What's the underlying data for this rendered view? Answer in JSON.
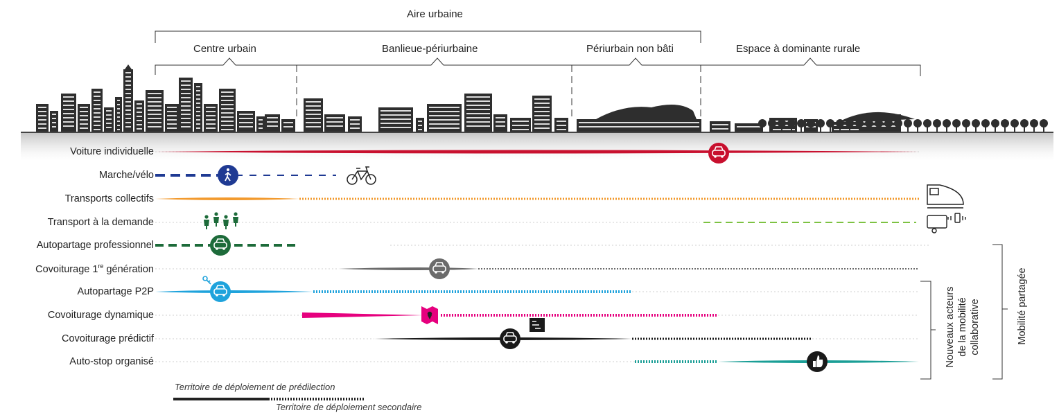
{
  "aire_urbaine": "Aire urbaine",
  "zones": [
    {
      "label": "Centre urbain"
    },
    {
      "label": "Banlieue-périurbaine"
    },
    {
      "label": "Périurbain non bâti"
    },
    {
      "label": "Espace à dominante rurale"
    }
  ],
  "rows": [
    {
      "label": "Voiture individuelle",
      "color": "#c8102e",
      "icon": "car-icon"
    },
    {
      "label": "Marche/vélo",
      "color": "#1f3a93",
      "icon": "pedestrian-icon"
    },
    {
      "label": "Transports collectifs",
      "color": "#f29a2e",
      "icon": "train-icon"
    },
    {
      "label": "Transport à la demande",
      "color": "#7dc242",
      "icon": "bus-phone-icon"
    },
    {
      "label": "Autopartage professionnel",
      "color": "#1d6b3a",
      "icon": "car-icon"
    },
    {
      "label": "Covoiturage 1",
      "label_sup": "re",
      "label_rest": " génération",
      "color": "#6b6b6b",
      "icon": "car-icon"
    },
    {
      "label": "Autopartage P2P",
      "color": "#1fa3dc",
      "icon": "car-icon"
    },
    {
      "label": "Covoiturage dynamique",
      "color": "#e6007e",
      "icon": "map-pin-icon"
    },
    {
      "label": "Covoiturage prédictif",
      "color": "#1a1a1a",
      "icon": "car-icon"
    },
    {
      "label": "Auto-stop organisé",
      "color": "#1a9e96",
      "icon": "thumbs-up-icon"
    }
  ],
  "bracket_nouveaux": "Nouveaux acteurs de la mobilité collaborative",
  "bracket_nouveaux_lines": [
    "Nouveaux acteurs",
    "de la mobilité",
    "collaborative"
  ],
  "bracket_partagee": "Mobilité partagée",
  "legend": {
    "primary": "Territoire de déploiement de prédilection",
    "secondary": "Territoire de déploiement secondaire"
  }
}
